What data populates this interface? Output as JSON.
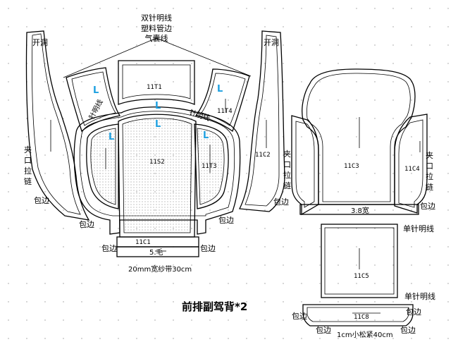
{
  "labels": {
    "double_stitch": "双针明线",
    "plastic_piping": "塑料管边",
    "air_bag_line": "气囊线",
    "open_left": "开洞",
    "open_right": "开洞",
    "zipper_left": "夹口拉链",
    "zipper_right": "夹口拉链",
    "binding": "包边",
    "single_stitch": "单针明线",
    "decorative_stitch": "针明线",
    "fleece": "5.毛",
    "strip_20mm": "20mm宽纱带30cm",
    "elastic_1cm": "1cm小松紧40cm",
    "width_3_8": "3.8宽",
    "blue_mark": "L"
  },
  "piece_codes": {
    "p11T1": "11T1",
    "p11T4": "11T4",
    "p11S2": "11S2",
    "p11T3": "11T3",
    "p11C1": "11C1",
    "p11C2": "11C2",
    "p11C3": "11C3",
    "p11C4": "11C4",
    "p11C5": "11C5",
    "p11C8": "11C8"
  },
  "title": "前排副驾背*2",
  "colors": {
    "line": "#000000",
    "blue_mark": "#1ea0e0",
    "dot": "#9a9a9a"
  }
}
